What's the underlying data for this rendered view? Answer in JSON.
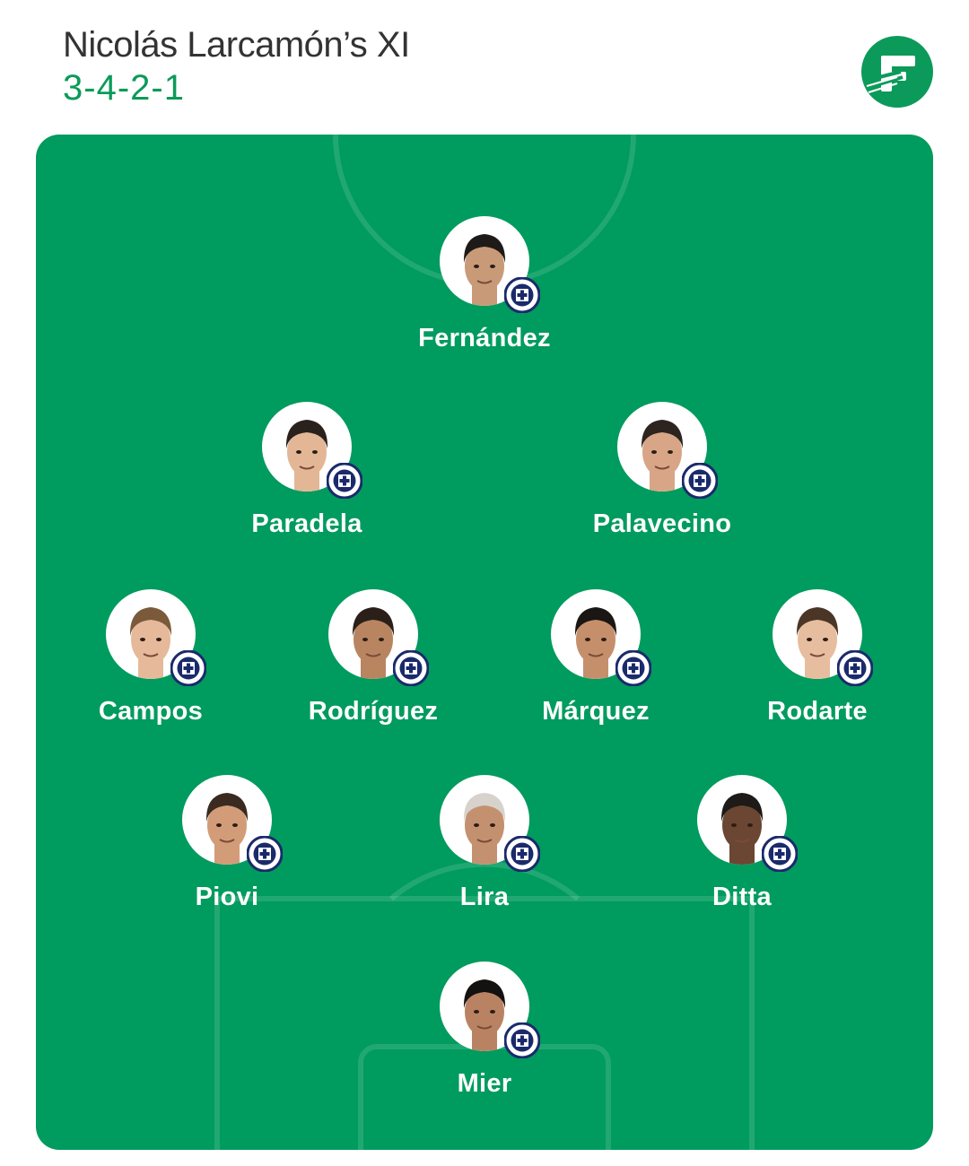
{
  "header": {
    "title": "Nicolás Larcamón’s XI",
    "formation": "3-4-2-1"
  },
  "colors": {
    "pitch": "#009b5e",
    "accent": "#0c9a5a",
    "badge_navy": "#1b2a6b"
  },
  "logo_icon": "fotmob-logo-icon",
  "players": [
    {
      "name": "Fernández",
      "row": "striker"
    },
    {
      "name": "Paradela",
      "row": "attacking-mid"
    },
    {
      "name": "Palavecino",
      "row": "attacking-mid"
    },
    {
      "name": "Campos",
      "row": "midfield"
    },
    {
      "name": "Rodríguez",
      "row": "midfield"
    },
    {
      "name": "Márquez",
      "row": "midfield"
    },
    {
      "name": "Rodarte",
      "row": "midfield"
    },
    {
      "name": "Piovi",
      "row": "defence"
    },
    {
      "name": "Lira",
      "row": "defence"
    },
    {
      "name": "Ditta",
      "row": "defence"
    },
    {
      "name": "Mier",
      "row": "goalkeeper"
    }
  ]
}
